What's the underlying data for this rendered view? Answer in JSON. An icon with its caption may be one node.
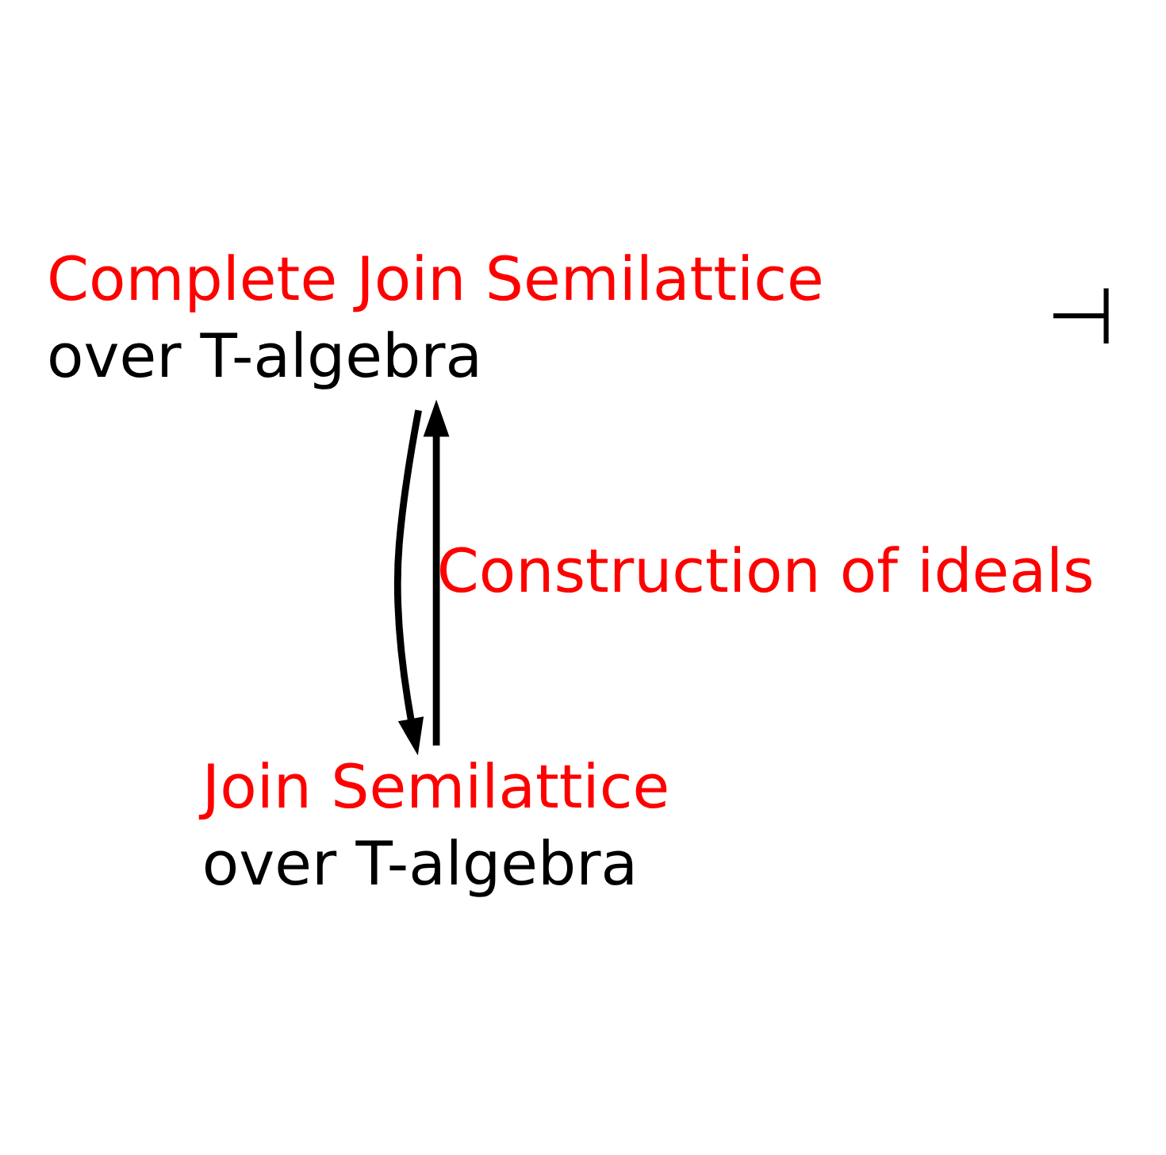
{
  "diagram": {
    "nodes": [
      {
        "text": [
          "Complete Join Semilattice",
          "over T-algebra"
        ]
      },
      {
        "text": [
          "Join Semilattice",
          "over T-algebra"
        ]
      }
    ],
    "edges": [
      {
        "from": 1,
        "to": 0,
        "arrow": "to",
        "label": "Construction of ideals"
      },
      {
        "from": 0,
        "to": 1,
        "arrow": "to"
      }
    ],
    "labels": [
      "⊣"
    ]
  }
}
